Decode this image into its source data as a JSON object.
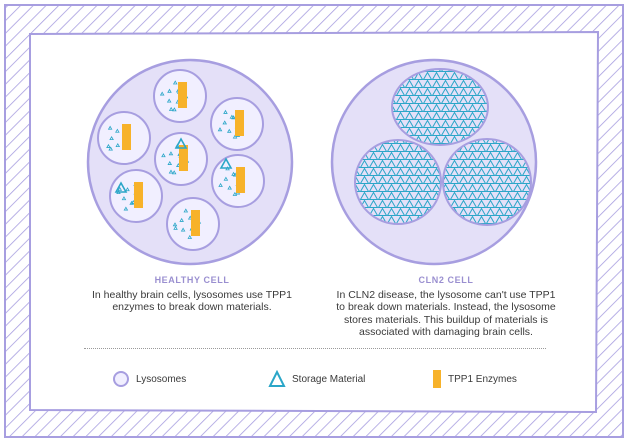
{
  "colors": {
    "frame": "#a79ee0",
    "cell_fill": "#e4e0f8",
    "lysosome_fill": "#f1efff",
    "storage": "#2aa6c8",
    "tpp1": "#f7b22a"
  },
  "healthy": {
    "title": "HEALTHY CELL",
    "text": "In healthy brain cells, lysosomes use TPP1 enzymes to break down materials."
  },
  "cln2": {
    "title": "CLN2 CELL",
    "text": "In CLN2 disease, the lysosome can't use TPP1 to break down materials. Instead, the lysosome stores materials. This buildup of materials is associated with damaging brain cells."
  },
  "legend": {
    "lysosomes": "Lysosomes",
    "storage": "Storage Material",
    "tpp1": "TPP1 Enzymes"
  },
  "icons": {
    "lysosomes": "lysosome-circle-icon",
    "storage": "triangle-icon",
    "tpp1": "bar-icon"
  }
}
